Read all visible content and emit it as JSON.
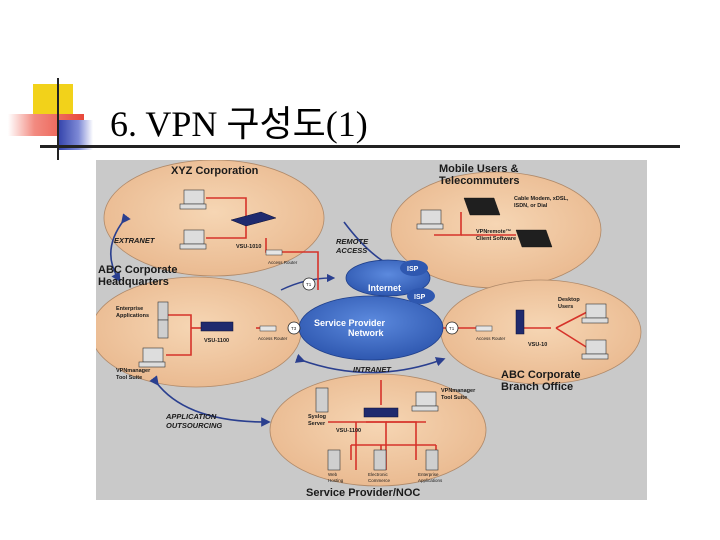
{
  "slide": {
    "title": "6. VPN 구성도(1)"
  },
  "colors": {
    "accent_yellow": "#f2d21a",
    "accent_red": "#e8483a",
    "accent_blue": "#2f3fa8",
    "ellipse_fill": "#f0c8a0",
    "network_blue": "#3a68c4",
    "line_red": "#d6332a"
  },
  "diagram": {
    "sites": {
      "xyz": "XYZ Corporation",
      "mobile_line1": "Mobile Users &",
      "mobile_line2": "Telecommuters",
      "hq_line1": "ABC Corporate",
      "hq_line2": "Headquarters",
      "branch_line1": "ABC Corporate",
      "branch_line2": "Branch Office",
      "noc": "Service Provider/NOC"
    },
    "flows": {
      "extranet": "EXTRANET",
      "remote_line1": "REMOTE",
      "remote_line2": "ACCESS",
      "intranet": "INTRANET",
      "outsourcing_line1": "APPLICATION",
      "outsourcing_line2": "OUTSOURCING"
    },
    "network": {
      "internet": "Internet",
      "isp_top": "ISP",
      "isp_bottom": "ISP",
      "sp_line1": "Service Provider",
      "sp_line2": "Network"
    },
    "devices": {
      "vsu_1010": "VSU-1010",
      "vsu_1100_hq": "VSU-1100",
      "vsu_1100_noc": "VSU-1100",
      "vsu_10": "VSU-10",
      "access_router_xyz": "Access Router",
      "access_router_hq": "Access Router",
      "access_router_branch": "Access Router",
      "t1_xyz": "T1",
      "t1_hq": "T3",
      "t1_branch": "T1",
      "cable_line1": "Cable Modem, xDSL,",
      "cable_line2": "ISDN, or Dial",
      "vpnremote_line1": "VPNremote™",
      "vpnremote_line2": "Client Software",
      "enterprise_line1": "Enterprise",
      "enterprise_line2": "Applications",
      "vpnmgr_hq_line1": "VPNmanager",
      "vpnmgr_hq_line2": "Tool Suite",
      "desktop_line1": "Desktop",
      "desktop_line2": "Users",
      "syslog_line1": "Syslog",
      "syslog_line2": "Server",
      "vpnmgr_noc_line1": "VPNmanager",
      "vpnmgr_noc_line2": "Tool Suite",
      "web_line1": "Web",
      "web_line2": "Hosting",
      "ecom_line1": "Electronic",
      "ecom_line2": "Commerce",
      "ent_noc_line1": "Enterprise",
      "ent_noc_line2": "Applications"
    }
  }
}
